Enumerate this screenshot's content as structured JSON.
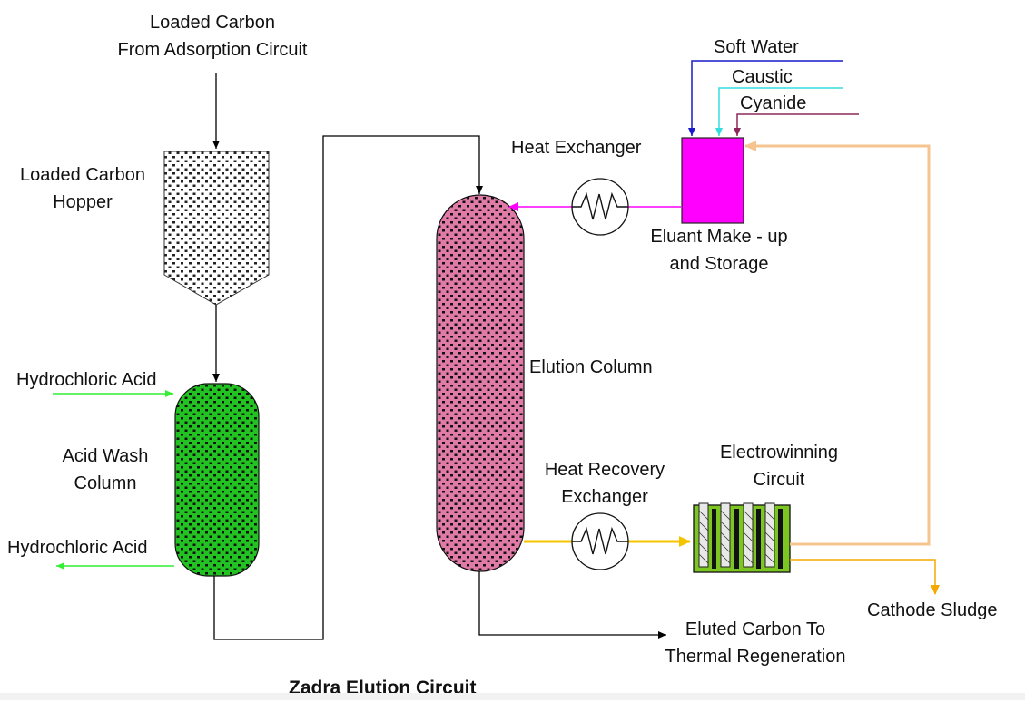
{
  "diagram": {
    "title": "Zadra Elution Circuit",
    "labels": {
      "loaded_carbon_line1": "Loaded Carbon",
      "loaded_carbon_line2": "From Adsorption Circuit",
      "hopper_line1": "Loaded Carbon",
      "hopper_line2": "Hopper",
      "hcl_in": "Hydrochloric Acid",
      "hcl_out": "Hydrochloric Acid",
      "acid_wash_line1": "Acid Wash",
      "acid_wash_line2": "Column",
      "soft_water": "Soft Water",
      "caustic": "Caustic",
      "cyanide": "Cyanide",
      "heat_exchanger": "Heat Exchanger",
      "eluant_line1": "Eluant Make - up",
      "eluant_line2": "and Storage",
      "elution_column": "Elution Column",
      "heat_recovery_line1": "Heat Recovery",
      "heat_recovery_line2": "Exchanger",
      "electrowinning_line1": "Electrowinning",
      "electrowinning_line2": "Circuit",
      "cathode_sludge": "Cathode Sludge",
      "eluted_line1": "Eluted Carbon To",
      "eluted_line2": "Thermal Regeneration"
    },
    "colors": {
      "hopper_fill": "#ffffff",
      "acid_wash_fill": "#22c222",
      "elution_column_fill": "#e07aa6",
      "eluant_tank_fill": "#ff00ff",
      "electrowinning_fill": "#7dc522",
      "hcl_line": "#33ee33",
      "soft_water_line": "#1a1acc",
      "caustic_line": "#33dddd",
      "cyanide_line": "#8b2a5a",
      "eluant_line": "#ff00ff",
      "hot_eluate_line": "#f5c400",
      "return_line": "#f6c48e",
      "sludge_line": "#f5a800",
      "process_line": "#000000"
    }
  }
}
